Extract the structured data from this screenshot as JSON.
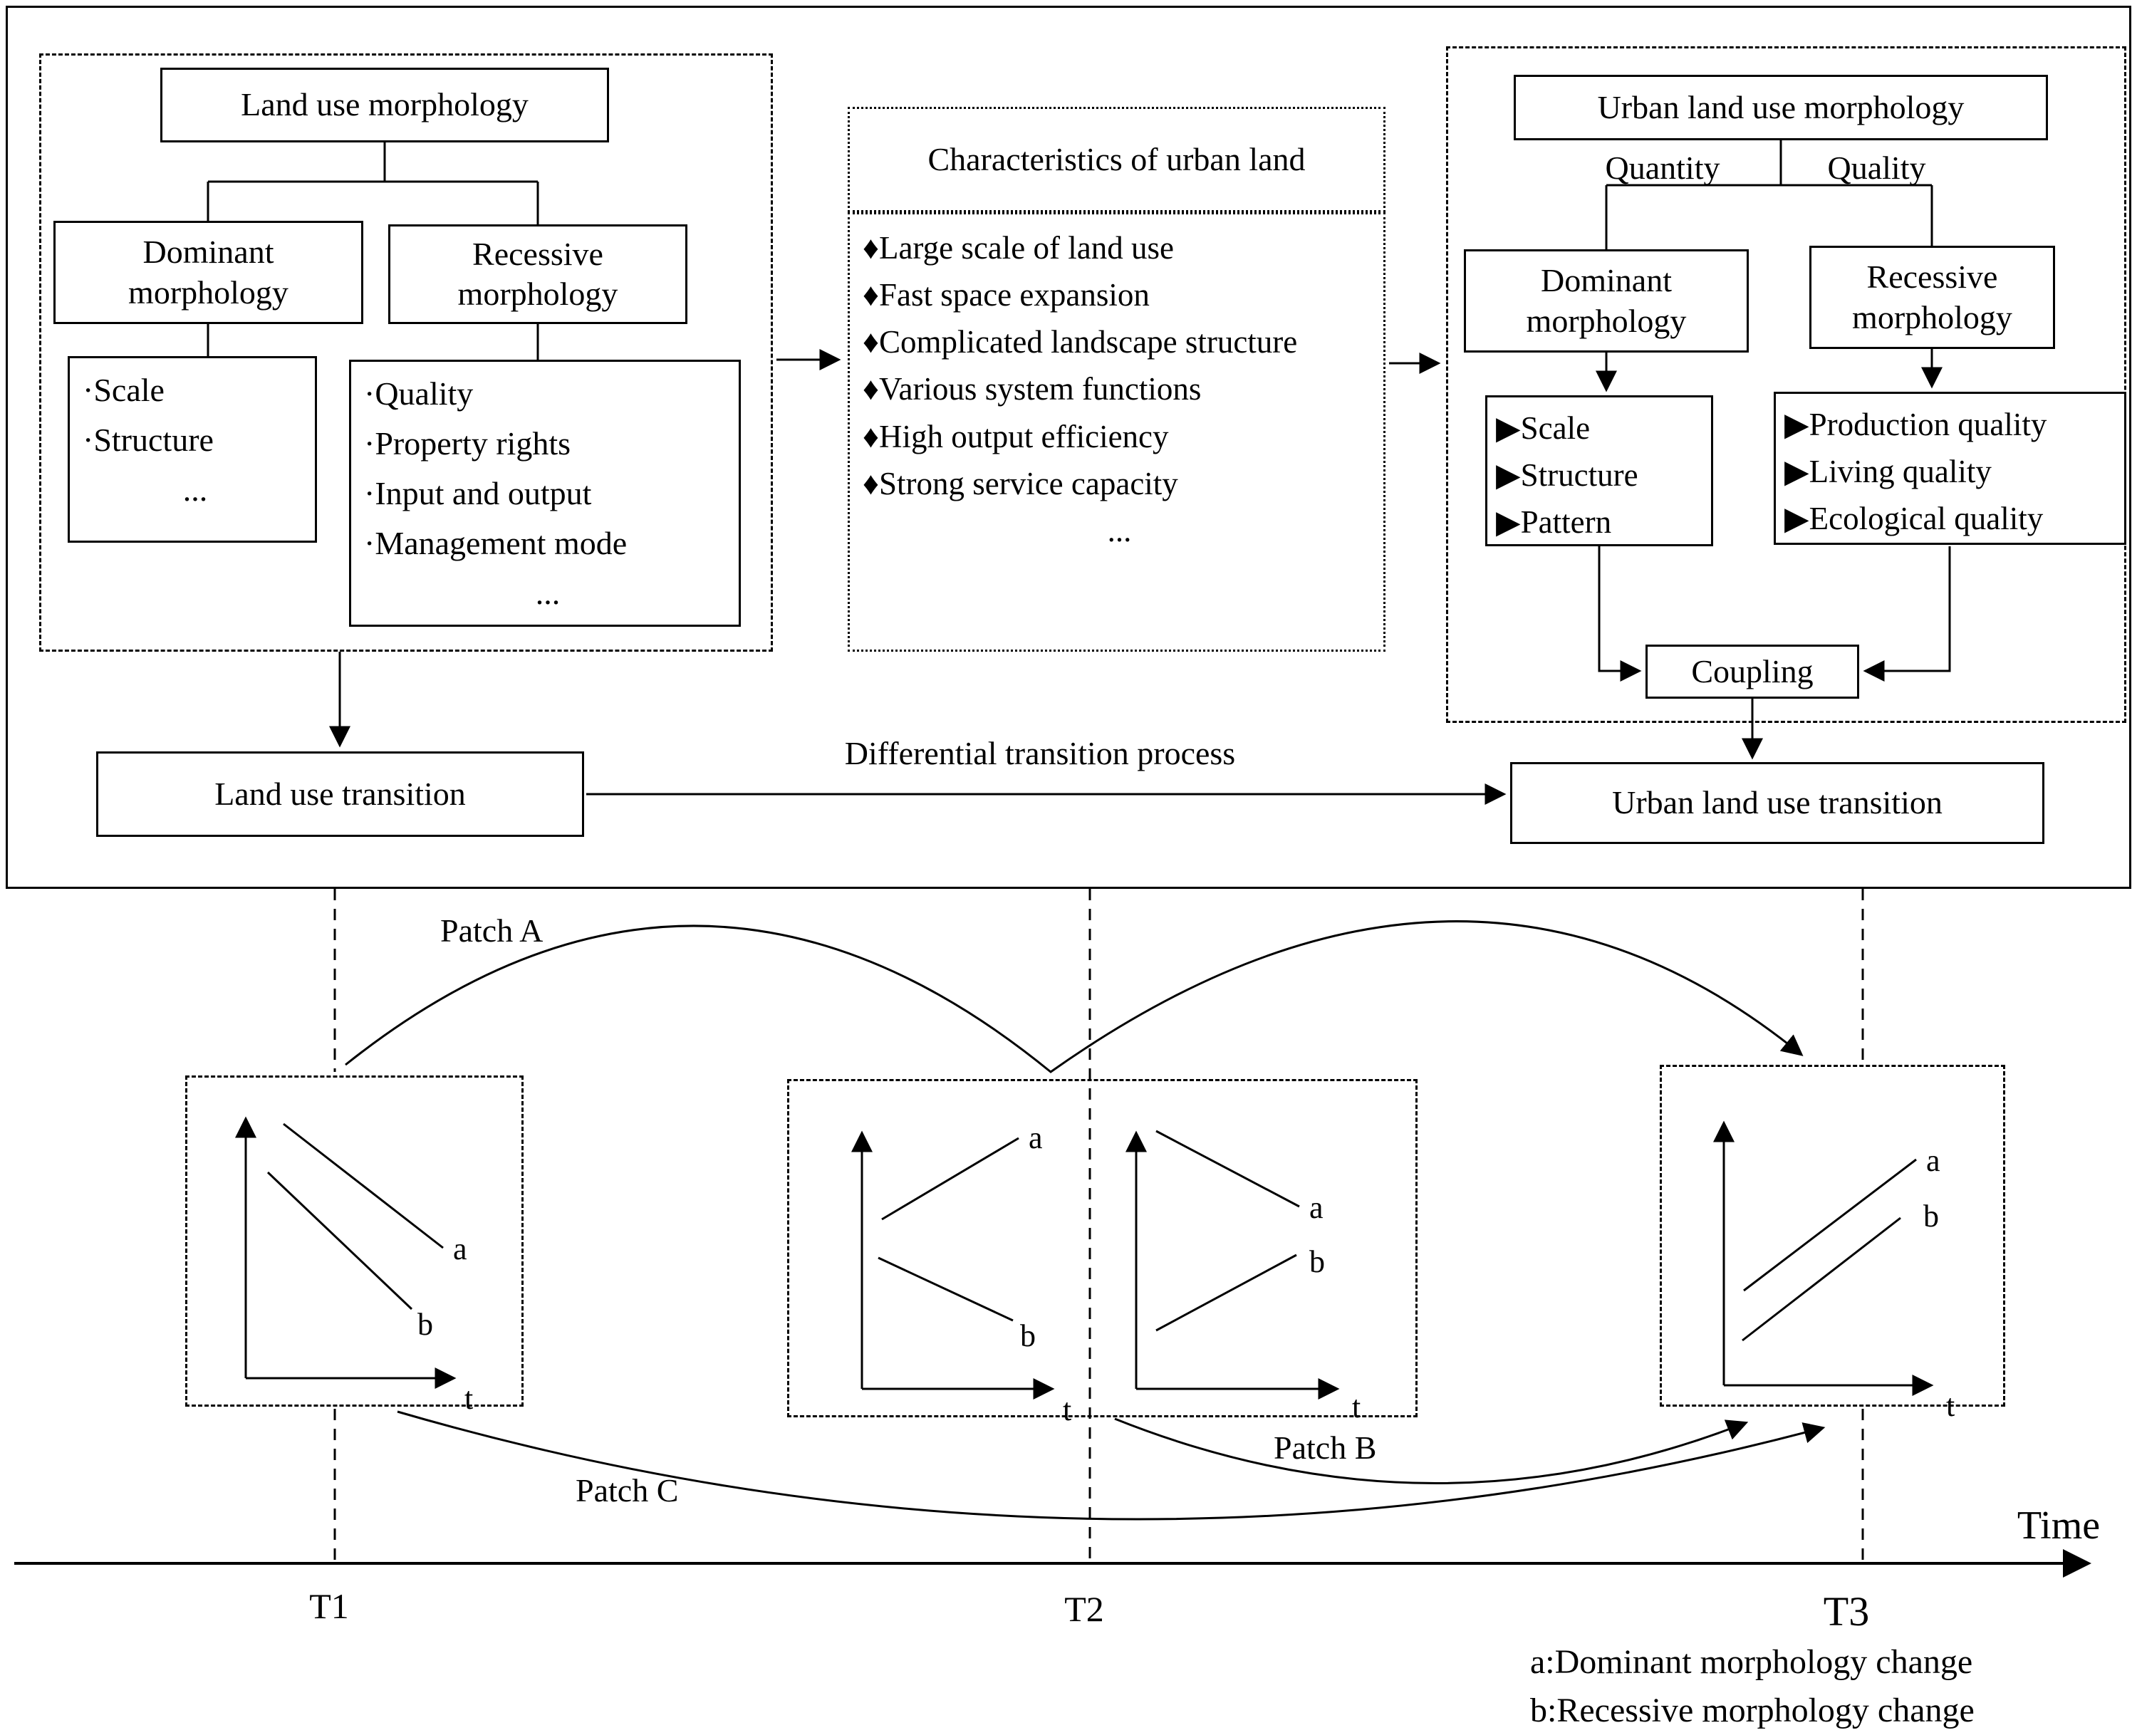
{
  "colors": {
    "stroke": "#000000",
    "background": "#ffffff",
    "text": "#000000"
  },
  "top_section": {
    "left_panel": {
      "root_label": "Land use morphology",
      "dominant_label": "Dominant morphology",
      "recessive_label": "Recessive morphology",
      "dominant_items": [
        "·Scale",
        "·Structure",
        "..."
      ],
      "recessive_items": [
        "·Quality",
        "·Property rights",
        "·Input and output",
        "·Management mode",
        "..."
      ]
    },
    "characteristics_panel": {
      "title": "Characteristics of urban land",
      "items": [
        "♦Large scale of land use",
        "♦Fast space expansion",
        "♦Complicated landscape structure",
        "♦Various system functions",
        "♦High output efficiency",
        "♦Strong service capacity",
        "..."
      ]
    },
    "right_panel": {
      "root_label": "Urban land use morphology",
      "quantity_label": "Quantity",
      "quality_label": "Quality",
      "dominant_label": "Dominant morphology",
      "recessive_label": "Recessive morphology",
      "dominant_items": [
        "▶Scale",
        "▶Structure",
        "▶Pattern"
      ],
      "recessive_items": [
        "▶Production quality",
        "▶Living quality",
        "▶Ecological quality"
      ],
      "coupling_label": "Coupling"
    },
    "land_use_transition_label": "Land use transition",
    "differential_process_label": "Differential transition process",
    "urban_land_use_transition_label": "Urban land use transition"
  },
  "timeline_section": {
    "patch_a_label": "Patch A",
    "patch_b_label": "Patch B",
    "patch_c_label": "Patch C",
    "time_axis_label": "Time",
    "tick_t1": "T1",
    "tick_t2": "T2",
    "tick_t3": "T3",
    "graph_axis_label": "t",
    "curve_a_label": "a",
    "curve_b_label": "b",
    "legend_a": "a:Dominant morphology change",
    "legend_b": "b:Recessive morphology change"
  }
}
